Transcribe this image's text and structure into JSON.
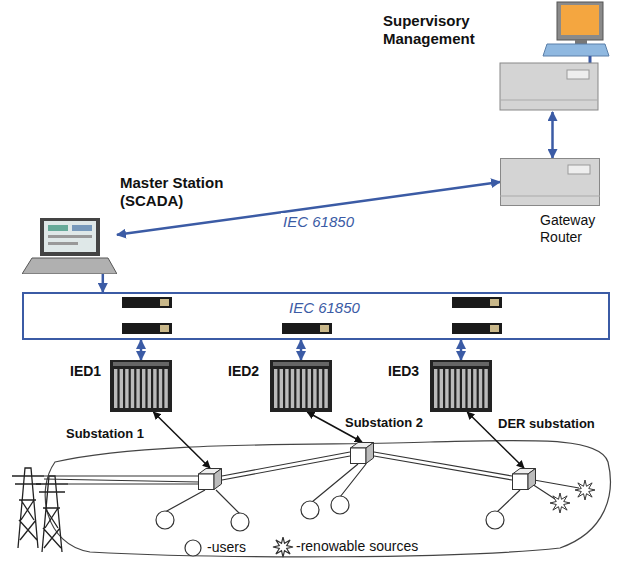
{
  "diagram": {
    "nodes": [
      {
        "text": [
          "Supervisory Management"
        ]
      },
      {
        "text": [
          "Gateway Router"
        ]
      },
      {
        "text": [
          "Master Station (SCADA)"
        ]
      },
      {
        "text": [
          "IEC 61850"
        ]
      },
      {
        "text": [
          "IED1"
        ]
      },
      {
        "text": [
          "IED2"
        ]
      },
      {
        "text": [
          "IED3"
        ]
      },
      {
        "text": [
          "Substation 1"
        ]
      },
      {
        "text": [
          "Substation 2"
        ]
      },
      {
        "text": [
          "DER substation"
        ]
      }
    ],
    "edges": [
      {
        "from": 0,
        "to": 1,
        "arrow": "both"
      },
      {
        "from": 2,
        "to": 1,
        "label": "IEC 61850",
        "arrow": "both"
      },
      {
        "from": 2,
        "to": 3,
        "arrow": "to"
      },
      {
        "from": 4,
        "to": 3,
        "arrow": "both"
      },
      {
        "from": 5,
        "to": 3,
        "arrow": "both"
      },
      {
        "from": 6,
        "to": 3,
        "arrow": "both"
      },
      {
        "from": 4,
        "to": 7,
        "arrow": "both"
      },
      {
        "from": 5,
        "to": 8,
        "arrow": "both"
      },
      {
        "from": 6,
        "to": 9,
        "arrow": "both"
      }
    ],
    "legend": [
      {
        "text": "-users"
      },
      {
        "text": "-renowable sources"
      }
    ]
  }
}
